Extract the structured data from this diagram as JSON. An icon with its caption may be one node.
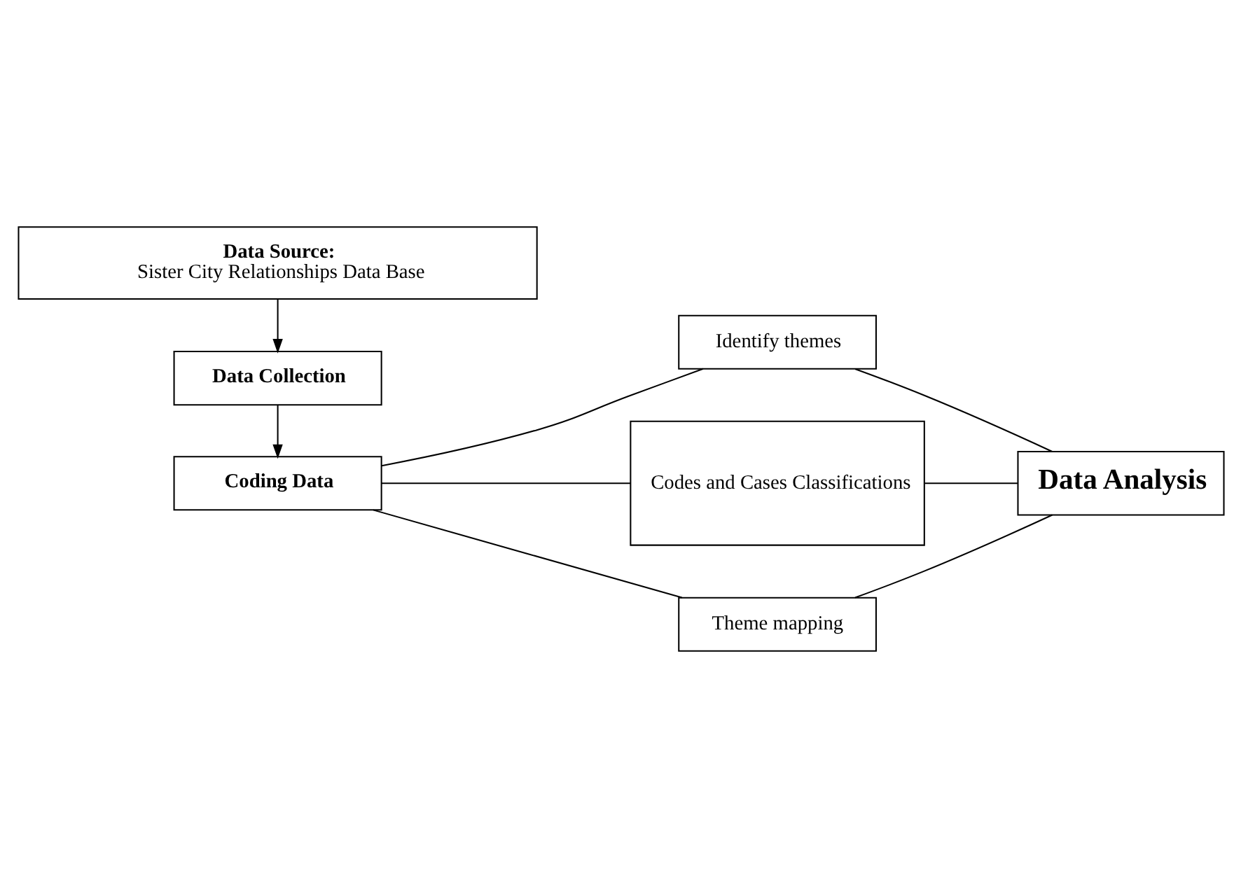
{
  "diagram": {
    "nodes": [
      {
        "text": [
          "Data Source:",
          "Sister City Relationships Data Base"
        ]
      },
      {
        "text": [
          "Data Collection"
        ]
      },
      {
        "text": [
          "Coding Data"
        ]
      },
      {
        "text": [
          "Identify themes"
        ]
      },
      {
        "text": [
          "Codes and Cases Classifications"
        ]
      },
      {
        "text": [
          "Theme mapping"
        ]
      },
      {
        "text": [
          "Data Analysis"
        ]
      }
    ],
    "edges": [
      {
        "from": 0,
        "to": 1,
        "arrow": "to"
      },
      {
        "from": 1,
        "to": 2,
        "arrow": "to"
      },
      {
        "from": 2,
        "to": 3,
        "arrow": "none"
      },
      {
        "from": 2,
        "to": 4,
        "arrow": "none"
      },
      {
        "from": 2,
        "to": 5,
        "arrow": "none"
      },
      {
        "from": 3,
        "to": 6,
        "arrow": "none"
      },
      {
        "from": 4,
        "to": 6,
        "arrow": "none"
      },
      {
        "from": 5,
        "to": 6,
        "arrow": "none"
      }
    ]
  }
}
